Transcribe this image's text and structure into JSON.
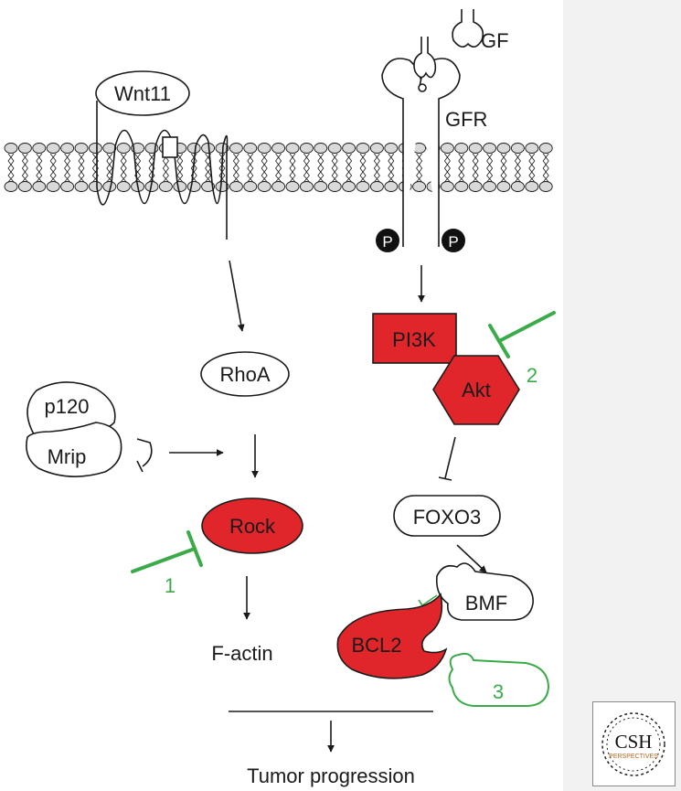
{
  "labels": {
    "wnt11": "Wnt11",
    "gf": "GF",
    "gfr": "GFR",
    "phospho": "P",
    "rhoa": "RhoA",
    "p120": "p120",
    "mrip": "Mrip",
    "rock": "Rock",
    "factin": "F-actin",
    "pi3k": "PI3K",
    "akt": "Akt",
    "foxo3": "FOXO3",
    "bmf": "BMF",
    "bcl2": "BCL2",
    "inhibitor1": "1",
    "inhibitor2": "2",
    "inhibitor3": "3",
    "tumor": "Tumor progression"
  },
  "logo": {
    "main": "CSH",
    "sub": "PERSPECTIVES"
  },
  "colors": {
    "red": "#e0262b",
    "green": "#3bab4a",
    "membrane": "#d9d9d9",
    "sidebar": "#f2f2f2",
    "logo_sub": "#b5651d"
  }
}
